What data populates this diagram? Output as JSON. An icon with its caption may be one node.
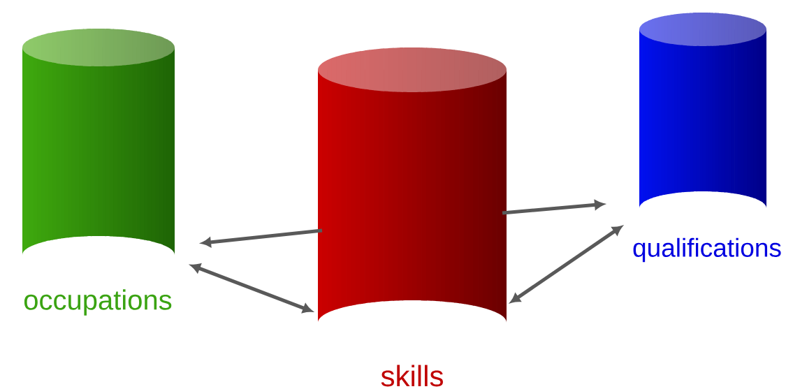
{
  "diagram": {
    "nodes": [
      {
        "text": [
          "occupations"
        ]
      },
      {
        "text": [
          "skills"
        ]
      },
      {
        "text": [
          "qualifications"
        ]
      }
    ],
    "edges": [
      {
        "from": 1,
        "to": 0,
        "arrow": "to"
      },
      {
        "from": 1,
        "to": 2,
        "arrow": "to"
      },
      {
        "from": 0,
        "to": 1,
        "arrow": "both"
      },
      {
        "from": 2,
        "to": 1,
        "arrow": "both"
      }
    ]
  }
}
